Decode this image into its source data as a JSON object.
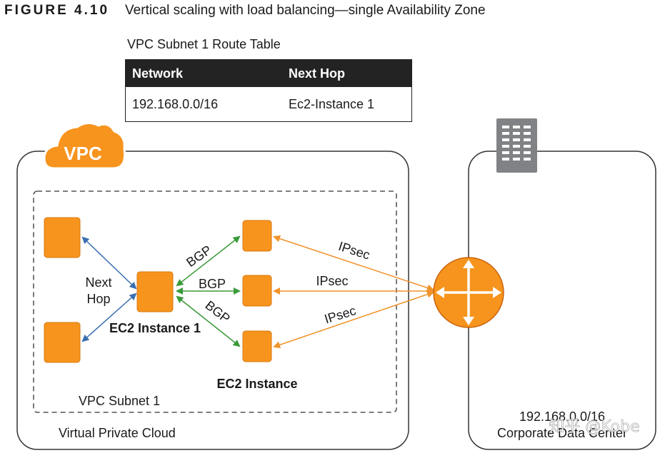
{
  "figure": {
    "label": "FIGURE 4.10",
    "title": "Vertical scaling with load balancing—single Availability Zone"
  },
  "route_table": {
    "caption": "VPC Subnet 1 Route Table",
    "headers": [
      "Network",
      "Next Hop"
    ],
    "rows": [
      [
        "192.168.0.0/16",
        "Ec2-Instance 1"
      ]
    ]
  },
  "vpc": {
    "badge": "VPC",
    "container_label": "Virtual Private Cloud",
    "subnet_label": "VPC Subnet 1",
    "next_hop_label": [
      "Next",
      "Hop"
    ],
    "instance1_label": "EC2 Instance 1",
    "instance_label": "EC2 Instance"
  },
  "links": {
    "bgp": [
      "BGP",
      "BGP",
      "BGP"
    ],
    "ipsec": [
      "IPsec",
      "IPsec",
      "IPsec"
    ]
  },
  "datacenter": {
    "network": "192.168.0.0/16",
    "name": "Corporate Data Center"
  },
  "watermark": "知乎 @Kobe",
  "colors": {
    "orange": "#f7941d",
    "orange_dark": "#c9640e",
    "blue_arrow": "#3a6fb0",
    "green_arrow": "#3a9a3a",
    "orange_arrow": "#f0932b",
    "dark_header": "#232323",
    "building": "#808285"
  }
}
